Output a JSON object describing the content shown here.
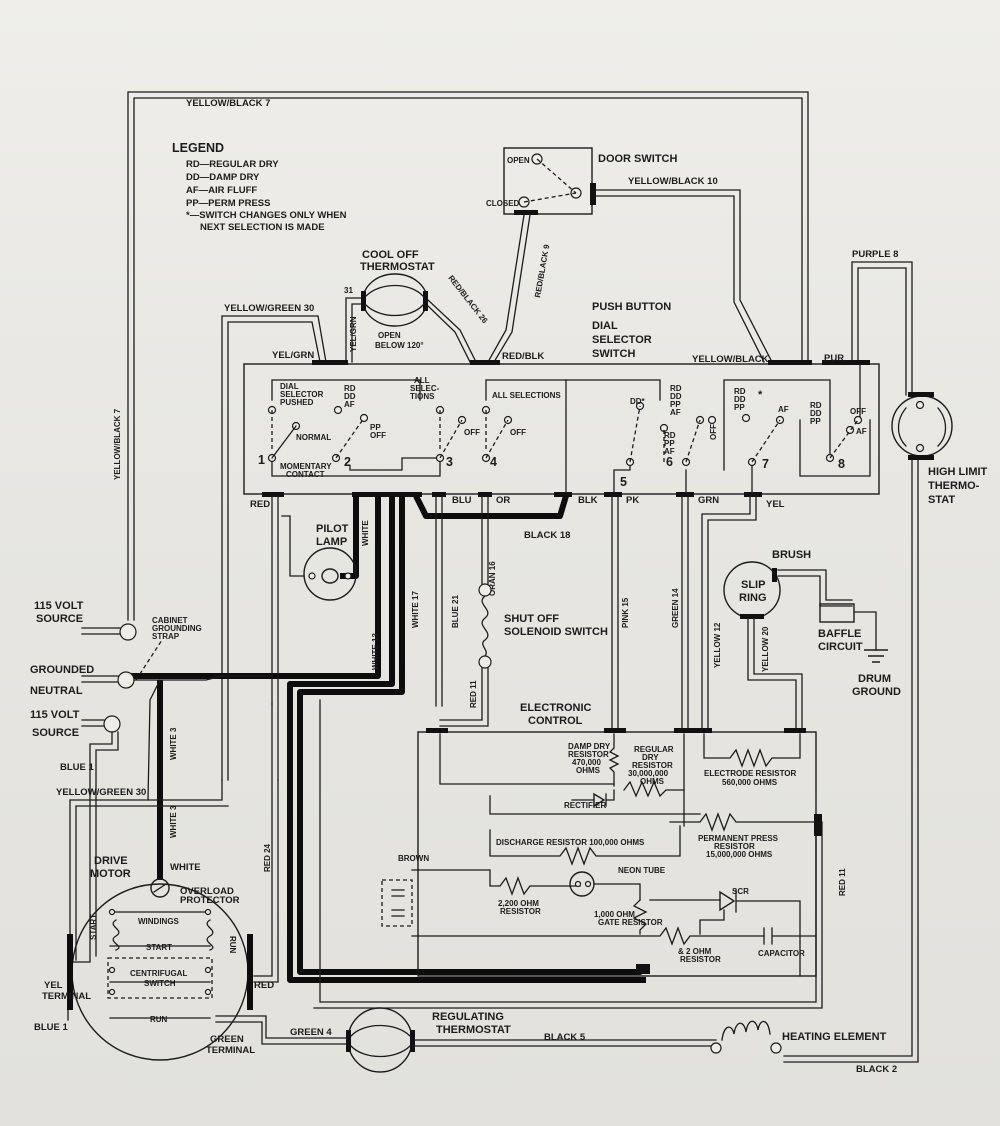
{
  "legend": {
    "title": "LEGEND",
    "lines": [
      "RD—REGULAR DRY",
      "DD—DAMP DRY",
      "AF—AIR FLUFF",
      "PP—PERM PRESS",
      "*—SWITCH CHANGES ONLY WHEN",
      "NEXT SELECTION IS MADE"
    ]
  },
  "components": {
    "door_switch": "DOOR SWITCH",
    "door_open": "OPEN",
    "door_closed": "CLOSED",
    "cool_off_1": "COOL OFF",
    "cool_off_2": "THERMOSTAT",
    "cool_off_open_1": "OPEN",
    "cool_off_open_2": "BELOW 120°",
    "push_button_1": "PUSH BUTTON",
    "push_button_2": "DIAL",
    "push_button_3": "SELECTOR",
    "push_button_4": "SWITCH",
    "pilot_lamp_1": "PILOT",
    "pilot_lamp_2": "LAMP",
    "shut_off_1": "SHUT OFF",
    "shut_off_2": "SOLENOID SWITCH",
    "slip_ring_1": "SLIP",
    "slip_ring_2": "RING",
    "brush": "BRUSH",
    "baffle_1": "BAFFLE",
    "baffle_2": "CIRCUIT",
    "drum_ground_1": "DRUM",
    "drum_ground_2": "GROUND",
    "high_limit_1": "HIGH LIMIT",
    "high_limit_2": "THERMO-",
    "high_limit_3": "STAT",
    "electronic_control_1": "ELECTRONIC",
    "electronic_control_2": "CONTROL",
    "drive_motor_1": "DRIVE",
    "drive_motor_2": "MOTOR",
    "overload_1": "OVERLOAD",
    "overload_2": "PROTECTOR",
    "windings": "WINDINGS",
    "start": "START",
    "run": "RUN",
    "centrifugal_1": "CENTRIFUGAL",
    "centrifugal_2": "SWITCH",
    "yel_terminal_1": "YEL",
    "yel_terminal_2": "TERMINAL",
    "green_terminal_1": "GREEN",
    "green_terminal_2": "TERMINAL",
    "regulating_1": "REGULATING",
    "regulating_2": "THERMOSTAT",
    "heating_element": "HEATING ELEMENT",
    "source_115_1": "115 VOLT",
    "source_115_2": "SOURCE",
    "grounded_1": "GROUNDED",
    "grounded_2": "NEUTRAL",
    "cabinet_strap_1": "CABINET",
    "cabinet_strap_2": "GROUNDING",
    "cabinet_strap_3": "STRAP"
  },
  "switch_labels": {
    "s1_top_1": "DIAL",
    "s1_top_2": "SELECTOR",
    "s1_top_3": "PUSHED",
    "s1_normal": "NORMAL",
    "s1_momentary_1": "MOMENTARY",
    "s1_momentary_2": "CONTACT",
    "s2_modes": [
      "RD",
      "DD",
      "AF"
    ],
    "s2_pp": "PP",
    "s2_off": "OFF",
    "s3_all_1": "ALL",
    "s3_all_2": "SELEC-",
    "s3_all_3": "TIONS",
    "s3_off": "OFF",
    "s4_all": "ALL SELECTIONS",
    "s4_off": "OFF",
    "s5_dd": "DD*",
    "s6_modes": [
      "RD",
      "DD",
      "PP",
      "AF"
    ],
    "s6_modes_b": [
      "RD",
      "PP",
      "AF"
    ],
    "s6_off": "OFF",
    "s7_modes": [
      "RD",
      "DD",
      "PP"
    ],
    "s7_star": "*",
    "s7_af": "AF",
    "s8_modes": [
      "RD",
      "DD",
      "PP"
    ],
    "s8_off": "OFF",
    "s8_af": "AF",
    "numbers": [
      "1",
      "2",
      "3",
      "4",
      "5",
      "6",
      "7",
      "8"
    ]
  },
  "terminals": {
    "yel_grn": "YEL/GRN",
    "red_blk": "RED/BLK",
    "yellow_black": "YELLOW/BLACK",
    "pur": "PUR",
    "red": "RED",
    "blu": "BLU",
    "or": "OR",
    "blk": "BLK",
    "pk": "PK",
    "grn": "GRN",
    "yel": "YEL"
  },
  "wires": {
    "yellow_black_7_top": "YELLOW/BLACK 7",
    "yellow_black_7_side": "YELLOW/BLACK 7",
    "yellow_black_10": "YELLOW/BLACK 10",
    "red_black_9": "RED/BLACK 9",
    "red_black_26": "RED/BLACK 26",
    "yel_grn_31": "31",
    "yel_grn_vert": "YEL/GRN",
    "yellow_green_30_top": "YELLOW/GREEN 30",
    "yellow_green_30_bottom": "YELLOW/GREEN 30",
    "purple_8": "PURPLE 8",
    "black_18": "BLACK 18",
    "oran_16": "ORAN 16",
    "blue_21": "BLUE 21",
    "white_17": "WHITE 17",
    "white_13": "WHITE 13",
    "white_pilot": "WHITE",
    "pink_15": "PINK 15",
    "green_14": "GREEN 14",
    "yellow_12": "YELLOW 12",
    "yellow_20": "YELLOW 20",
    "red_11_left": "RED 11",
    "red_11_right": "RED 11",
    "white_3_a": "WHITE 3",
    "white_3_b": "WHITE 3",
    "white_motor": "WHITE",
    "red_24": "RED 24",
    "red_motor": "RED",
    "blue_1_top": "BLUE 1",
    "blue_1_bottom": "BLUE 1",
    "green_4": "GREEN 4",
    "black_5": "BLACK 5",
    "black_2": "BLACK 2"
  },
  "electronics": {
    "damp_dry_1": "DAMP DRY",
    "damp_dry_2": "RESISTOR",
    "damp_dry_3": "470,000",
    "damp_dry_4": "OHMS",
    "regular_dry_1": "REGULAR",
    "regular_dry_2": "DRY",
    "regular_dry_3": "RESISTOR",
    "regular_dry_4": "30,000,000",
    "regular_dry_5": "OHMS",
    "electrode_1": "ELECTRODE RESISTOR",
    "electrode_2": "560,000 OHMS",
    "rectifier": "RECTIFIER",
    "discharge": "DISCHARGE RESISTOR 100,000 OHMS",
    "perm_press_1": "PERMANENT PRESS",
    "perm_press_2": "RESISTOR",
    "perm_press_3": "15,000,000 OHMS",
    "brown": "BROWN",
    "neon_tube": "NEON TUBE",
    "r2200_1": "2,200 OHM",
    "r2200_2": "RESISTOR",
    "gate_1": "1,000 OHM",
    "gate_2": "GATE RESISTOR",
    "scr": "SCR",
    "r82_1": "& 2 OHM",
    "r82_2": "RESISTOR",
    "capacitor": "CAPACITOR"
  }
}
